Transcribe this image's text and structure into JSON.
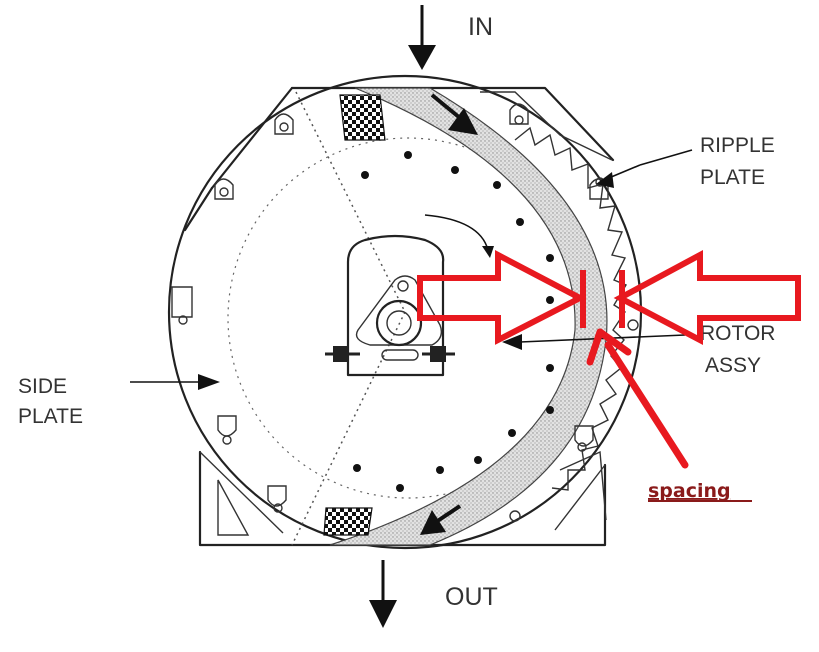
{
  "labels": {
    "in": "IN",
    "out": "OUT",
    "ripple_plate_line1": "RIPPLE",
    "ripple_plate_line2": "PLATE",
    "rotor_assy_line1": "ROTOR",
    "rotor_assy_line2": "ASSY",
    "side_plate_line1": "SIDE",
    "side_plate_line2": "PLATE",
    "spacing": "spacing"
  },
  "colors": {
    "highlight": "#e8191f",
    "ink": "#222222",
    "channel": "#cfcfcf",
    "spacing_text": "#8a1a1a"
  }
}
